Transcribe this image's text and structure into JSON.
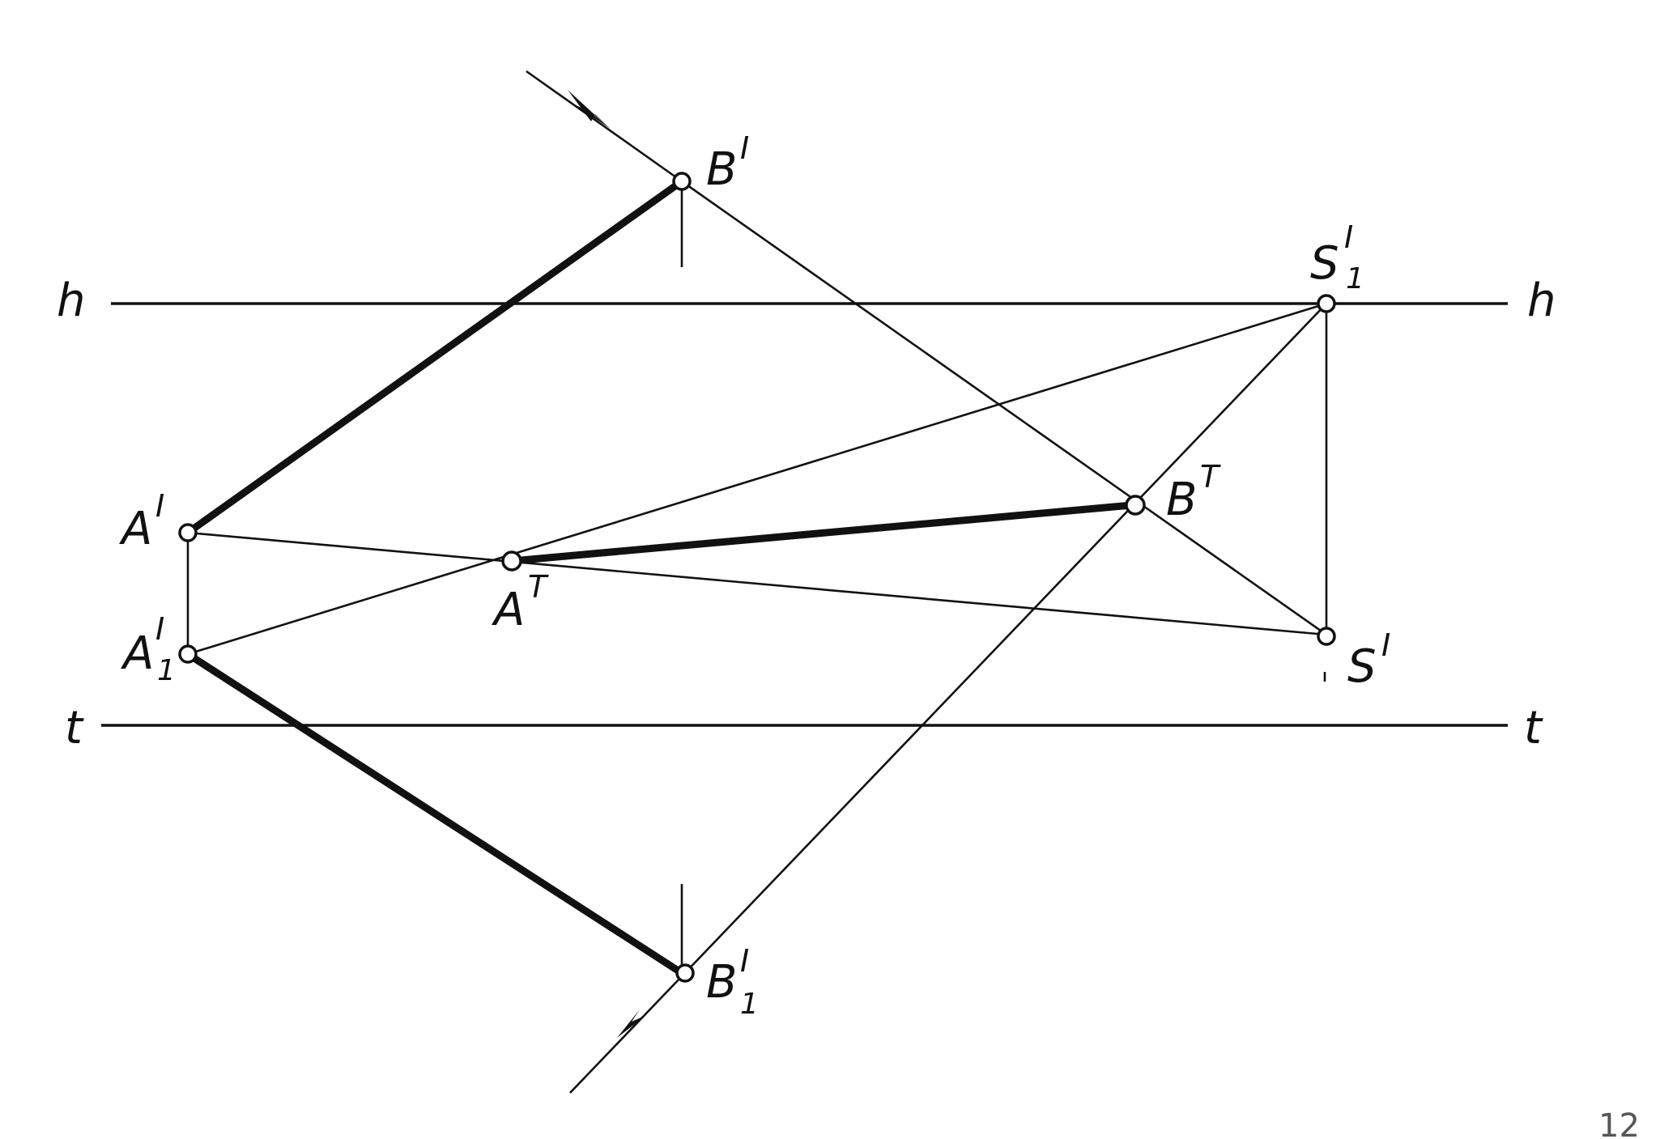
{
  "diagram": {
    "colors": {
      "line": "#111111",
      "background": "#ffffff",
      "point_fill": "#ffffff"
    },
    "reference_lines": [
      {
        "id": "h",
        "left_label": "h",
        "right_label": "h"
      },
      {
        "id": "t",
        "left_label": "t",
        "right_label": "t"
      }
    ],
    "points": [
      {
        "id": "B-prime",
        "base": "B",
        "sup": "I",
        "sub": ""
      },
      {
        "id": "A-prime",
        "base": "A",
        "sup": "I",
        "sub": ""
      },
      {
        "id": "A1-prime",
        "base": "A",
        "sup": "I",
        "sub": "1"
      },
      {
        "id": "A-T",
        "base": "A",
        "sup": "T",
        "sub": ""
      },
      {
        "id": "B-T",
        "base": "B",
        "sup": "T",
        "sub": ""
      },
      {
        "id": "S1-prime",
        "base": "S",
        "sup": "I",
        "sub": "1"
      },
      {
        "id": "S-prime",
        "base": "S",
        "sup": "I",
        "sub": ""
      },
      {
        "id": "B1-prime",
        "base": "B",
        "sup": "I",
        "sub": "1"
      }
    ],
    "page_number": "12"
  }
}
